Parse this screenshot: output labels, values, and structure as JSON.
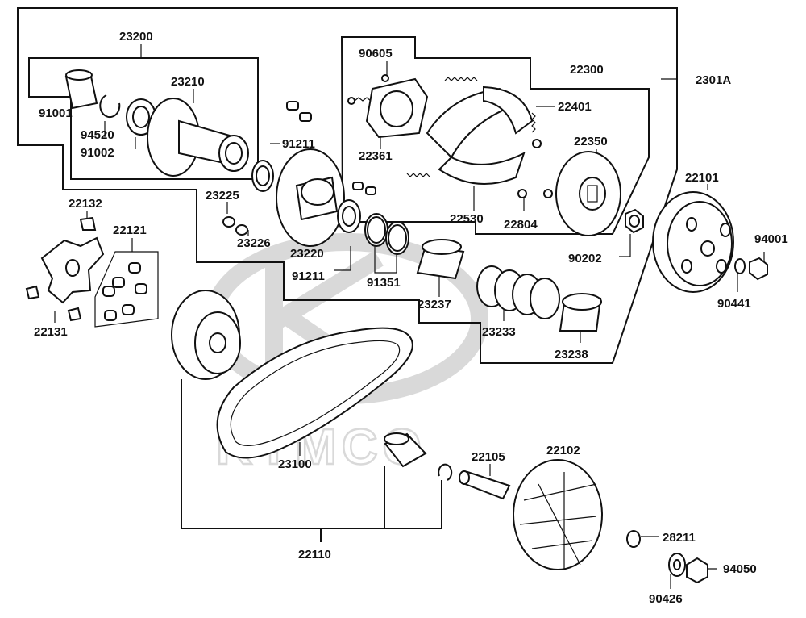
{
  "watermark": {
    "brand": "KYMCO",
    "logo_name": "kymco-logo-watermark"
  },
  "labels": {
    "l23200": "23200",
    "l23210": "23210",
    "l91001": "91001",
    "l94520": "94520",
    "l91002": "91002",
    "l90605": "90605",
    "l22300": "22300",
    "l2301A": "2301A",
    "l22401": "22401",
    "l22361": "22361",
    "l22350": "22350",
    "l91211a": "91211",
    "l23225": "23225",
    "l23226": "23226",
    "l23220": "23220",
    "l91211b": "91211",
    "l91351": "91351",
    "l22530": "22530",
    "l22804": "22804",
    "l90202": "90202",
    "l22101": "22101",
    "l94001": "94001",
    "l90441": "90441",
    "l22132": "22132",
    "l22121": "22121",
    "l22131": "22131",
    "l23237": "23237",
    "l23233": "23233",
    "l23238": "23238",
    "l23100": "23100",
    "l22105": "22105",
    "l22102": "22102",
    "l28211": "28211",
    "l94050": "94050",
    "l90426": "90426",
    "l22110": "22110"
  }
}
